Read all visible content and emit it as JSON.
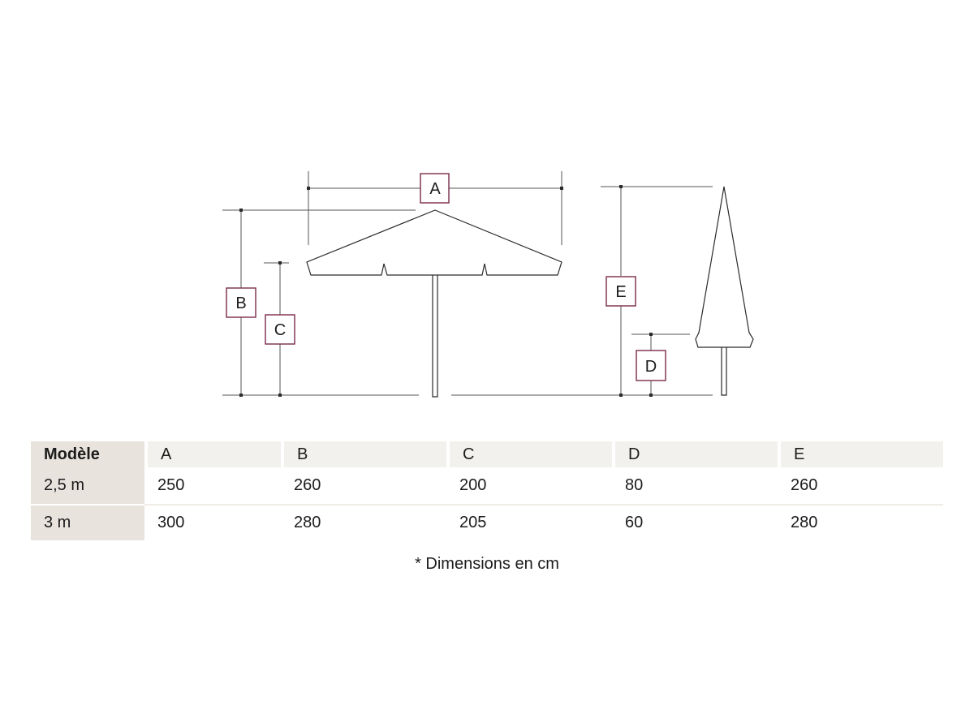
{
  "diagram": {
    "labels": {
      "a": "A",
      "b": "B",
      "c": "C",
      "d": "D",
      "e": "E"
    },
    "colors": {
      "line": "#2b2b2b",
      "guide": "#555555",
      "label_border": "#7a2a4a"
    }
  },
  "table": {
    "columns": [
      "Modèle",
      "A",
      "B",
      "C",
      "D",
      "E"
    ],
    "rows": [
      [
        "2,5 m",
        "250",
        "260",
        "200",
        "80",
        "260"
      ],
      [
        "3 m",
        "300",
        "280",
        "205",
        "60",
        "280"
      ]
    ]
  },
  "footnote": "* Dimensions en cm"
}
